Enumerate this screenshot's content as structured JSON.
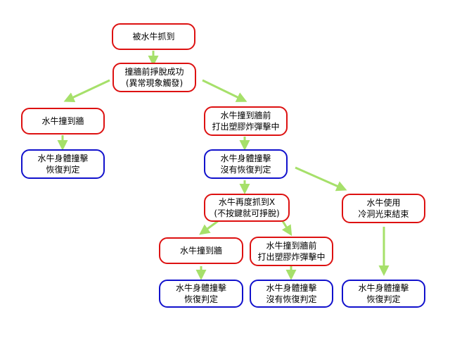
{
  "nodes": {
    "caught": {
      "line1": "被水牛抓到"
    },
    "escape": {
      "line1": "撞牆前掙脫成功",
      "line2": "(異常現象觸發)"
    },
    "hit_wall": {
      "line1": "水牛撞到牆"
    },
    "hit_result": {
      "line1": "水牛身體撞擊",
      "line2": "恢復判定"
    },
    "bomb": {
      "line1": "水牛撞到牆前",
      "line2": "打出塑膠炸彈擊中"
    },
    "no_recover": {
      "line1": "水牛身體撞擊",
      "line2": "沒有恢復判定"
    },
    "regrab": {
      "line1": "水牛再度抓到X",
      "line2": "(不按鍵就可掙脫)"
    },
    "freeze": {
      "line1": "水牛使用",
      "line2": "冷洞光束結束"
    },
    "hit_wall2": {
      "line1": "水牛撞到牆"
    },
    "bomb2": {
      "line1": "水牛撞到牆前",
      "line2": "打出塑膠炸彈擊中"
    },
    "result2": {
      "line1": "水牛身體撞擊",
      "line2": "恢復判定"
    },
    "result3": {
      "line1": "水牛身體撞擊",
      "line2": "沒有恢復判定"
    },
    "result4": {
      "line1": "水牛身體撞擊",
      "line2": "恢復判定"
    }
  },
  "colors": {
    "red_border": "#dd1111",
    "blue_border": "#1111cc",
    "arrow": "#a6e06a"
  }
}
